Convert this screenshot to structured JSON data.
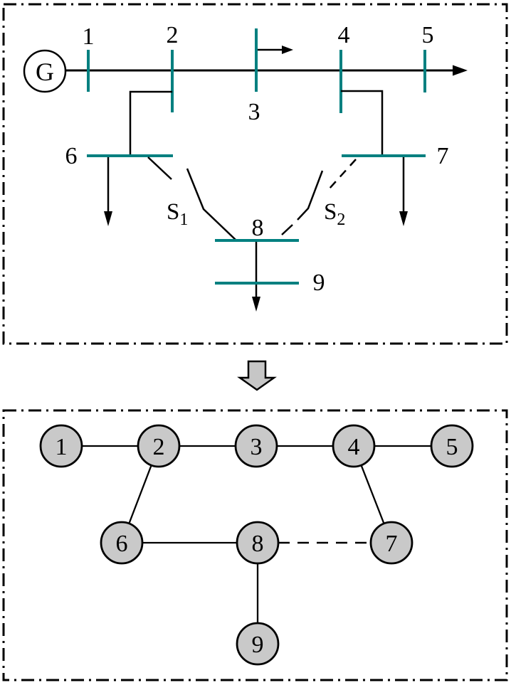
{
  "colors": {
    "bus_bar": "#008080",
    "line": "#000000",
    "node_fill": "#c9c9c9",
    "block_arrow_fill": "#c6c6c6",
    "background": "#ffffff"
  },
  "top_panel": {
    "generator_label": "G",
    "bus_labels": {
      "bus1": "1",
      "bus2": "2",
      "bus3": "3",
      "bus4": "4",
      "bus5": "5",
      "bus6": "6",
      "bus7": "7",
      "bus8": "8",
      "bus9": "9"
    },
    "switch1": {
      "base": "S",
      "sub": "1"
    },
    "switch2": {
      "base": "S",
      "sub": "2"
    }
  },
  "bottom_panel": {
    "node_labels": {
      "n1": "1",
      "n2": "2",
      "n3": "3",
      "n4": "4",
      "n5": "5",
      "n6": "6",
      "n7": "7",
      "n8": "8",
      "n9": "9"
    }
  },
  "graph_data": {
    "type": "graph",
    "nodes": [
      "1",
      "2",
      "3",
      "4",
      "5",
      "6",
      "7",
      "8",
      "9"
    ],
    "solid_edges": [
      [
        "1",
        "2"
      ],
      [
        "2",
        "3"
      ],
      [
        "3",
        "4"
      ],
      [
        "4",
        "5"
      ],
      [
        "2",
        "6"
      ],
      [
        "4",
        "7"
      ],
      [
        "6",
        "8"
      ],
      [
        "8",
        "9"
      ]
    ],
    "dashed_edges": [
      [
        "7",
        "8"
      ]
    ],
    "switches": [
      {
        "label": "S1",
        "between": [
          "6",
          "8"
        ]
      },
      {
        "label": "S2",
        "between": [
          "7",
          "8"
        ]
      }
    ]
  }
}
